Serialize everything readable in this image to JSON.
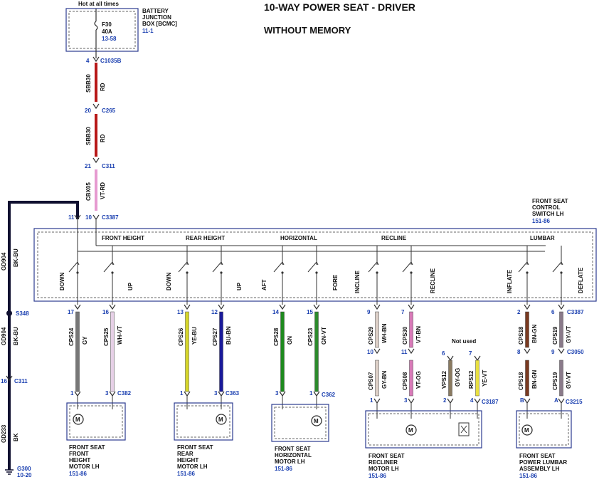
{
  "title": "10-WAY POWER SEAT - DRIVER",
  "subtitle": "WITHOUT MEMORY",
  "power": {
    "hot_label": "Hot at all times",
    "fuse": "F30",
    "fuse_rating": "40A",
    "fuse_ref": "13-58",
    "bjb_name": [
      "BATTERY",
      "JUNCTION",
      "BOX [BCMC]"
    ],
    "bjb_ref": "11-1"
  },
  "main_feed": [
    {
      "pin": "4",
      "connector": "C1035B",
      "circuit": "SBB30",
      "color": "RD"
    },
    {
      "pin": "20",
      "connector": "C265",
      "circuit": "SBB30",
      "color": "RD"
    },
    {
      "pin": "21",
      "connector": "C311",
      "circuit": "CBX05",
      "color": "VT-RD"
    }
  ],
  "switch": {
    "name": [
      "FRONT SEAT",
      "CONTROL",
      "SWITCH LH"
    ],
    "ref": "151-86",
    "pin_left": "11",
    "pin_right": "10",
    "connector": "C3387",
    "sections": [
      "FRONT HEIGHT",
      "REAR HEIGHT",
      "HORIZONTAL",
      "RECLINE",
      "LUMBAR"
    ],
    "positions": [
      "DOWN",
      "UP",
      "DOWN",
      "UP",
      "AFT",
      "FORE",
      "INCLINE",
      "RECLINE",
      "INFLATE",
      "DEFLATE"
    ]
  },
  "ground": {
    "circuit_a": "GD904",
    "color_a": "BK-BU",
    "splice": "S348",
    "circuit_b": "GD904",
    "color_b": "BK-BU",
    "pin_c311": "16",
    "connector_c311": "C311",
    "circuit_c": "GD233",
    "color_c": "BK",
    "gnd": "G300",
    "gnd_ref": "10-20"
  },
  "wires": [
    {
      "pin": "17",
      "circuit": "CPS24",
      "color": "GY",
      "pin_bot": "1",
      "hex": "#777777"
    },
    {
      "pin": "16",
      "circuit": "CPS25",
      "color": "WH-VT",
      "pin_bot": "3",
      "hex": "#e6d0e6"
    },
    {
      "pin": "13",
      "circuit": "CPS26",
      "color": "YE-BU",
      "pin_bot": "1",
      "hex": "#d6d62a"
    },
    {
      "pin": "12",
      "circuit": "CPS27",
      "color": "BU-BN",
      "pin_bot": "3",
      "hex": "#1a1a9a"
    },
    {
      "pin": "14",
      "circuit": "CPS28",
      "color": "GN",
      "pin_bot": "3",
      "hex": "#1e8a1e"
    },
    {
      "pin": "15",
      "circuit": "CPS23",
      "color": "GN-VT",
      "pin_bot": "1",
      "hex": "#2c8a2c"
    },
    {
      "pin": "9",
      "circuit": "CPS29",
      "color": "WH-BN",
      "pin_mid": "10",
      "circuit2": "CPS07",
      "color2": "GY-BN",
      "pin_bot": "1",
      "hex": "#ddd0c8"
    },
    {
      "pin": "7",
      "circuit": "CPS30",
      "color": "VT-BN",
      "pin_mid": "11",
      "circuit2": "CPS08",
      "color2": "VT-OG",
      "pin_bot": "3",
      "hex": "#d87ab8"
    },
    {
      "pin": "6",
      "circuit": "VPS12",
      "color": "GY-OG",
      "pin_bot": "2",
      "hex": "#8a7a60"
    },
    {
      "pin": "7",
      "circuit": "RPS12",
      "color": "YE-VT",
      "pin_bot": "4",
      "hex": "#e8e040"
    },
    {
      "pin": "2",
      "circuit": "CPS18",
      "color": "BN-GN",
      "pin_mid": "8",
      "circuit2": "CPS18",
      "color2": "BN-GN",
      "pin_bot": "B",
      "hex": "#7a3a20"
    },
    {
      "pin": "6",
      "circuit": "CPS19",
      "color": "GY-VT",
      "pin_mid": "9",
      "circuit2": "CPS19",
      "color2": "GY-VT",
      "pin_bot": "A",
      "hex": "#8a7a8a"
    }
  ],
  "connectors": {
    "c3387": "C3387",
    "c3050": "C3050",
    "c382": "C382",
    "c363": "C363",
    "c362": "C362",
    "c3187": "C3187",
    "c3215": "C3215",
    "not_used": "Not used"
  },
  "motors": [
    {
      "name": [
        "FRONT SEAT",
        "FRONT",
        "HEIGHT",
        "MOTOR LH"
      ],
      "ref": "151-86"
    },
    {
      "name": [
        "FRONT SEAT",
        "REAR",
        "HEIGHT",
        "MOTOR LH"
      ],
      "ref": "151-86"
    },
    {
      "name": [
        "FRONT SEAT",
        "HORIZONTAL",
        "MOTOR LH"
      ],
      "ref": "151-86"
    },
    {
      "name": [
        "FRONT SEAT",
        "RECLINER",
        "MOTOR LH"
      ],
      "ref": "151-86"
    },
    {
      "name": [
        "FRONT SEAT",
        "POWER LUMBAR",
        "ASSEMBLY LH"
      ],
      "ref": "151-86"
    }
  ],
  "motor_symbol": "M"
}
